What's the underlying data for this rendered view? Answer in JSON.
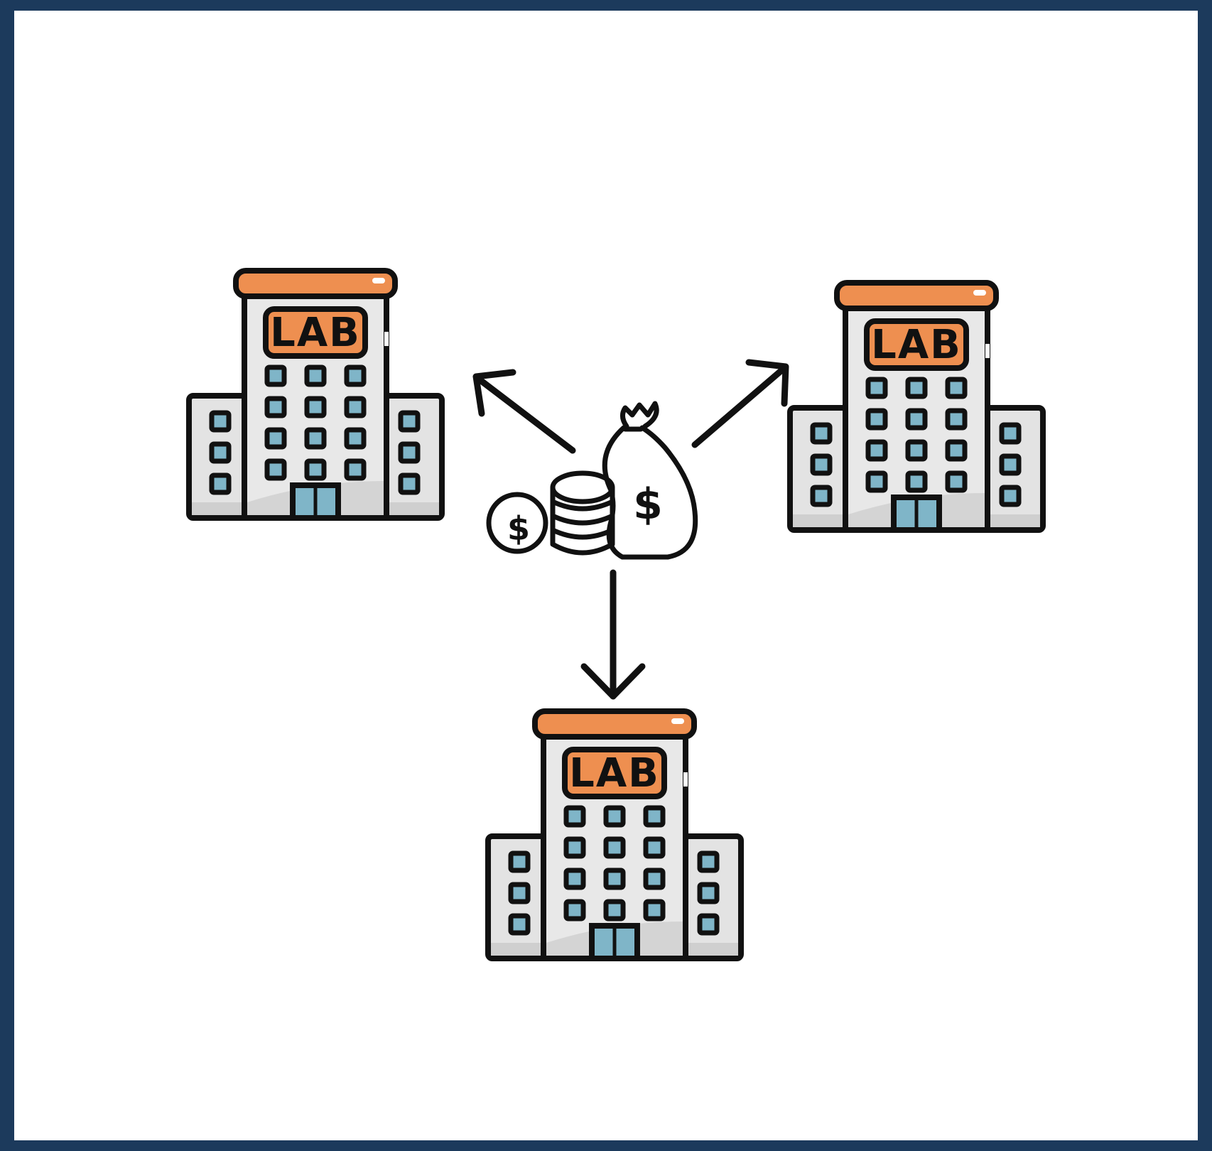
{
  "diagram": {
    "funding_source": {
      "icon": "money-bag-and-coins-icon"
    },
    "labs": [
      {
        "label": "LAB",
        "icon": "lab-building-icon"
      },
      {
        "label": "LAB",
        "icon": "lab-building-icon"
      },
      {
        "label": "LAB",
        "icon": "lab-building-icon"
      }
    ],
    "currency_symbol": "$"
  },
  "colors": {
    "frame": "#1c3a5c",
    "background": "#ffffff",
    "roof": "#ee8f50",
    "building": "#e3e3e3",
    "window": "#7fb5c8",
    "outline": "#111111"
  }
}
